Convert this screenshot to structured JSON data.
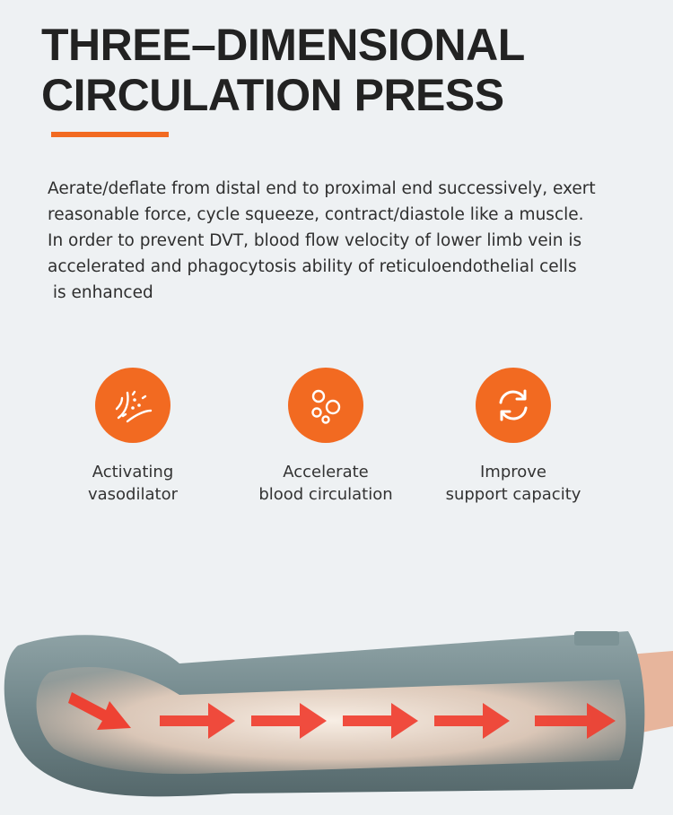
{
  "header": {
    "title_line1": "THREE–DIMENSIONAL",
    "title_line2": "CIRCULATION PRESS"
  },
  "description": {
    "lines": [
      "Aerate/deflate from distal end to proximal end successively, exert",
      "reasonable force, cycle squeeze, contract/diastole like a muscle.",
      "In order to prevent DVT, blood flow velocity of lower limb vein is",
      "accelerated and phagocytosis ability of reticuloendothelial cells",
      " is enhanced"
    ]
  },
  "features": [
    {
      "icon": "vasodilator-icon",
      "label_line1": "Activating",
      "label_line2": "vasodilator"
    },
    {
      "icon": "bubbles-icon",
      "label_line1": "Accelerate",
      "label_line2": "blood circulation"
    },
    {
      "icon": "cycle-arrows-icon",
      "label_line1": "Improve",
      "label_line2": "support capacity"
    }
  ],
  "colors": {
    "accent": "#f26a21",
    "title": "#222222",
    "body_text": "#2e2e2e",
    "background": "#eef1f3",
    "device": "#6f8589",
    "arrow": "#ef3b2c"
  },
  "illustration": {
    "subject": "leg-compression-sleeve",
    "arrow_count": 6
  }
}
